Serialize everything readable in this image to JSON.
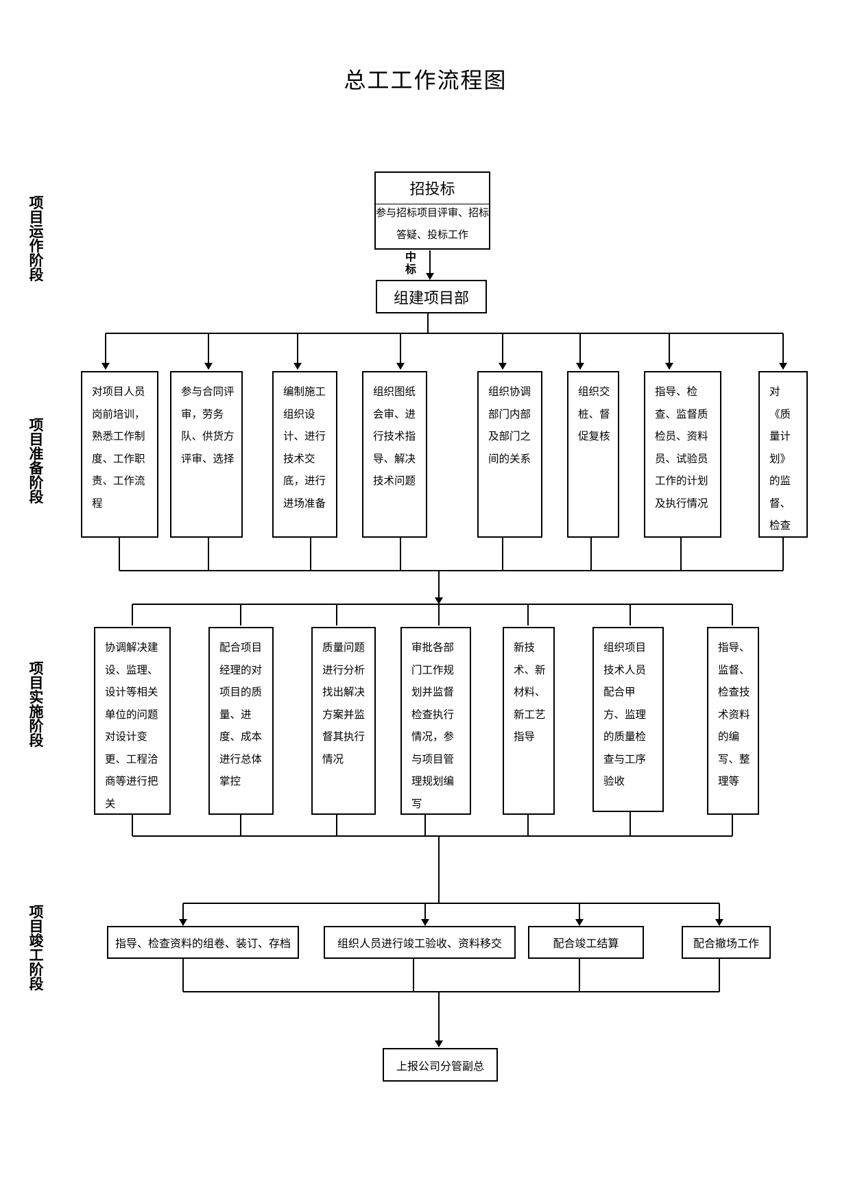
{
  "title": "总工工作流程图",
  "stages": [
    {
      "label": "项目运作阶段"
    },
    {
      "label": "项目准备阶段"
    },
    {
      "label": "项目实施阶段"
    },
    {
      "label": "项目竣工阶段"
    }
  ],
  "bidding": {
    "title": "招投标",
    "description": "参与招标项目评审、招标答疑、投标工作"
  },
  "win_label": "中标",
  "setup": {
    "label": "组建项目部"
  },
  "prep_items": [
    {
      "text": "对项目人员岗前培训，熟悉工作制度、工作职责、工作流程"
    },
    {
      "text": "参与合同评审，劳务队、供货方评审、选择"
    },
    {
      "text": "编制施工组织设计、进行技术交底，进行进场准备"
    },
    {
      "text": "组织图纸会审、进行技术指导、解决技术问题"
    },
    {
      "text": "组织协调部门内部及部门之间的关系"
    },
    {
      "text": "组织交桩、督促复核"
    },
    {
      "text": "指导、检查、监督质检员、资料员、试验员工作的计划及执行情况"
    },
    {
      "text": "对《质量计划》的监督、检查"
    }
  ],
  "impl_items": [
    {
      "text": "协调解决建设、监理、设计等相关单位的问题对设计变更、工程洽商等进行把关"
    },
    {
      "text": "配合项目经理的对项目的质量、进度、成本进行总体掌控"
    },
    {
      "text": "质量问题进行分析找出解决方案并监督其执行情况"
    },
    {
      "text": "审批各部门工作规划并监督检查执行情况，参与项目管理规划编写"
    },
    {
      "text": "新技术、新材料、新工艺指导"
    },
    {
      "text": "组织项目技术人员配合甲方、监理的质量检查与工序验收"
    },
    {
      "text": "指导、监督、检查技术资料的编写、整理等"
    }
  ],
  "completion_items": [
    {
      "text": "指导、检查资料的组卷、装订、存档"
    },
    {
      "text": "组织人员进行竣工验收、资料移交"
    },
    {
      "text": "配合竣工结算"
    },
    {
      "text": "配合撤场工作"
    }
  ],
  "final": {
    "label": "上报公司分管副总"
  }
}
